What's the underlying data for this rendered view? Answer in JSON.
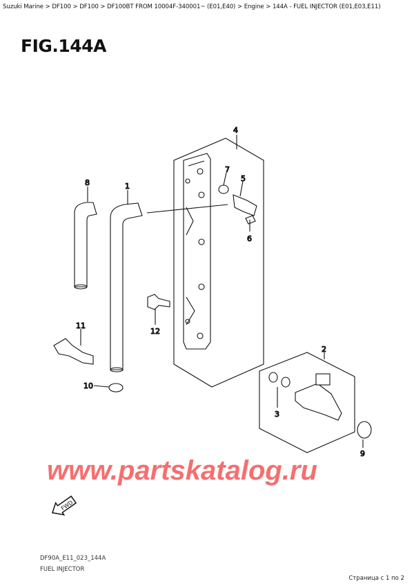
{
  "breadcrumb": [
    {
      "label": "Suzuki Marine"
    },
    {
      "label": "DF100"
    },
    {
      "label": "DF100"
    },
    {
      "label": "DF100BT FROM 10004F-340001~ (E01,E40)"
    },
    {
      "label": "Engine"
    },
    {
      "label": "144A - FUEL INJECTOR (E01,E03,E11)"
    }
  ],
  "separator": " > ",
  "figure_title": "FIG.144A",
  "part_labels": [
    "1",
    "2",
    "3",
    "4",
    "5",
    "6",
    "7",
    "8",
    "9",
    "10",
    "11",
    "12"
  ],
  "fwd_label": "FWD",
  "watermark": "www.partskatalog.ru",
  "watermark_color": "#f56f6f",
  "diagram_code": "DF90A_E11_023_144A",
  "caption": "FUEL INJECTOR",
  "pagination": "Страница с 1 по 2"
}
